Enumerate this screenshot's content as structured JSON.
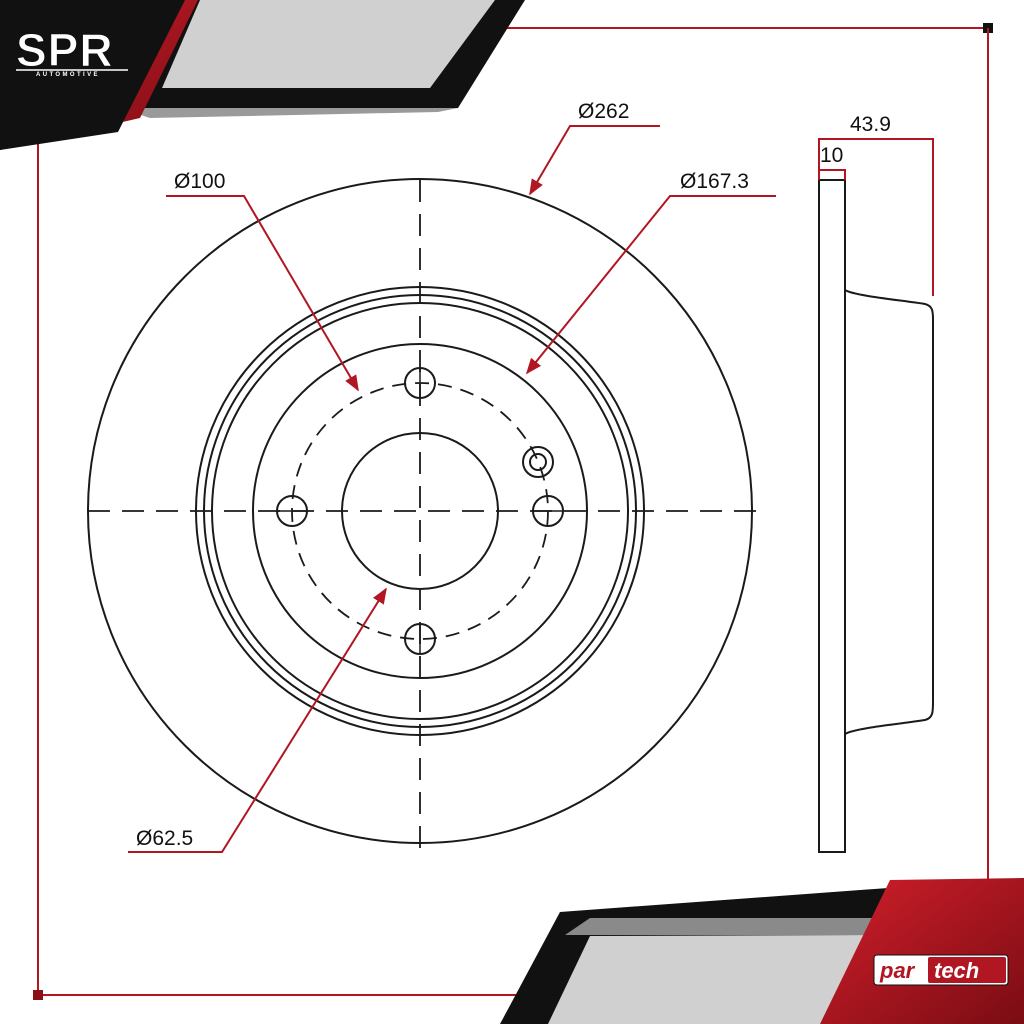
{
  "brand": {
    "logo_top": "SPR",
    "logo_top_sub": "AUTOMOTIVE",
    "logo_bottom_left": "par",
    "logo_bottom_right": "tech"
  },
  "dimensions": {
    "outer_diameter": "Ø262",
    "bolt_circle": "Ø100",
    "hat_diameter": "Ø167.3",
    "center_bore": "Ø62.5",
    "total_height": "43.9",
    "disc_thickness": "10"
  },
  "colors": {
    "accent": "#b01722",
    "dark": "#111111",
    "grey": "#c9c9c9",
    "line": "#1a1a1a"
  }
}
